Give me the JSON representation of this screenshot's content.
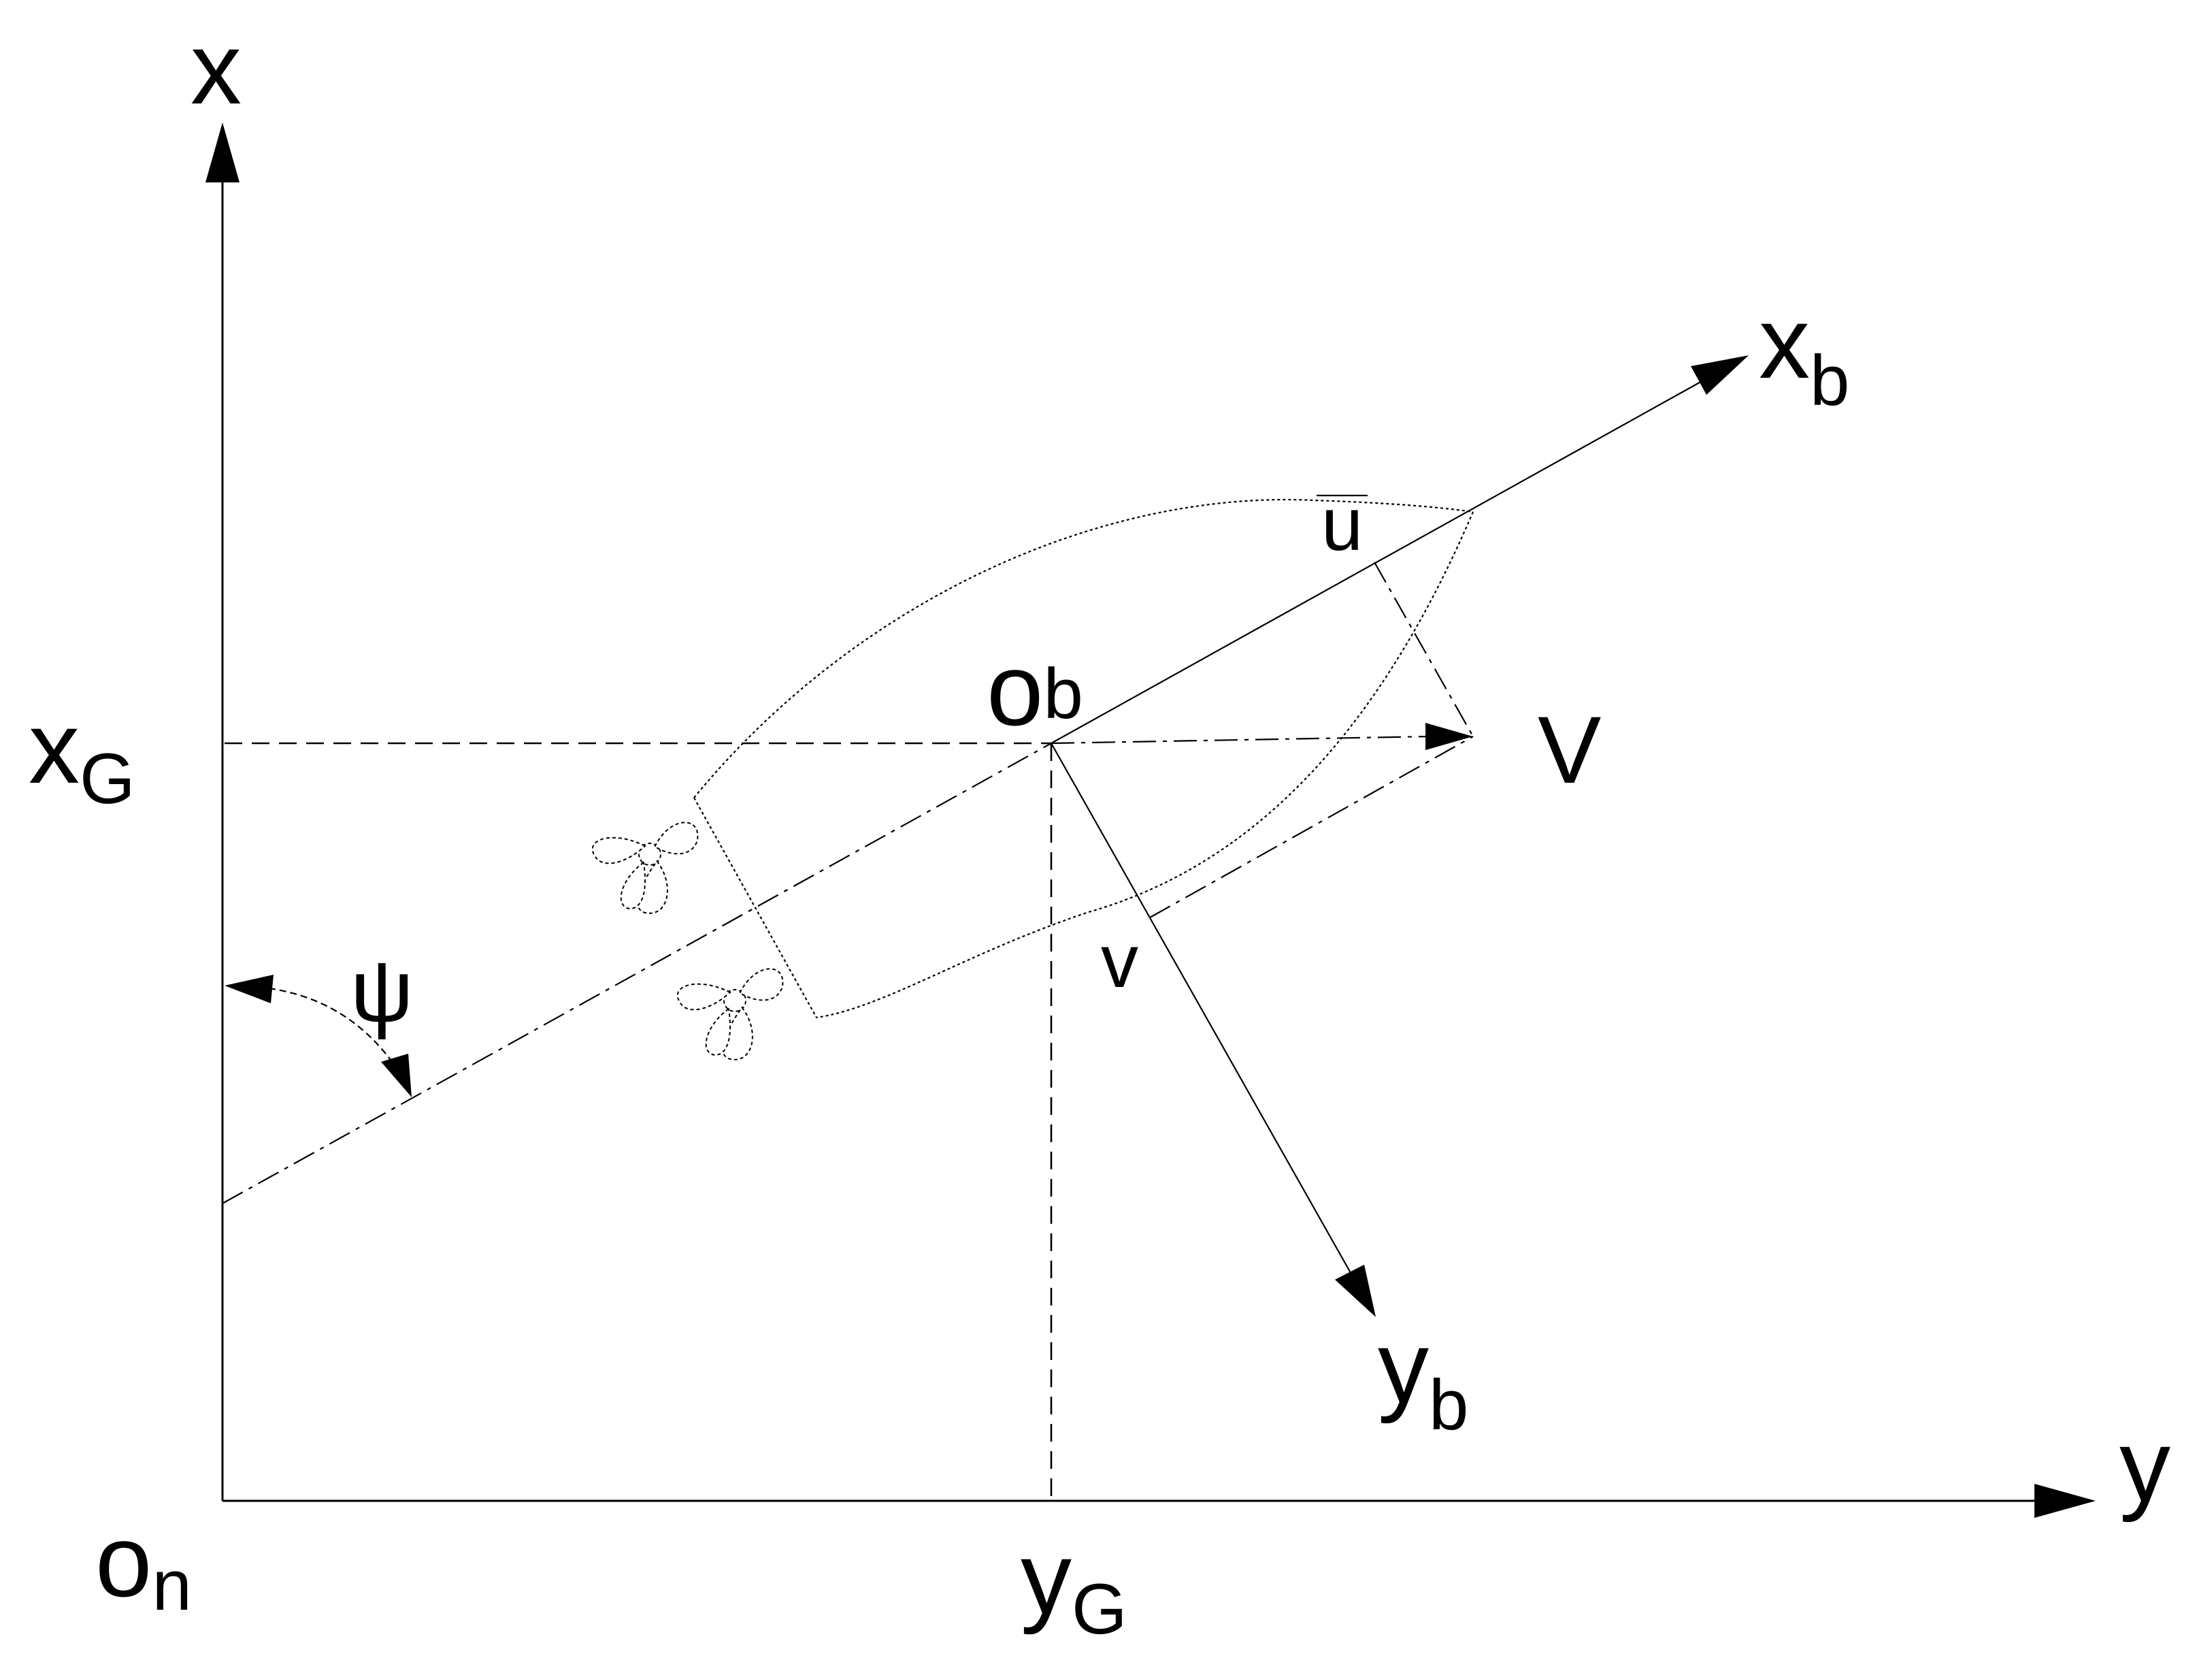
{
  "labels": {
    "x_axis": "x",
    "y_axis": "y",
    "origin_n_main": "o",
    "origin_n_sub": "n",
    "xG_main": "x",
    "xG_sub": "G",
    "yG_main": "y",
    "yG_sub": "G",
    "ob_main": "o",
    "ob_sub": "b",
    "xb_main": "x",
    "xb_sub": "b",
    "yb_main": "y",
    "yb_sub": "b",
    "u": "u",
    "v_small": "v",
    "V_big": "V",
    "psi": "ψ"
  },
  "icons": {
    "propeller_upper": "propeller-icon",
    "propeller_lower": "propeller-icon"
  }
}
